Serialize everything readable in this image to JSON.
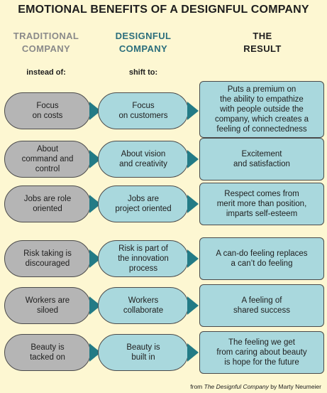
{
  "title": "EMOTIONAL BENEFITS OF A DESIGNFUL COMPANY",
  "columns": {
    "traditional": {
      "line1": "TRADITIONAL",
      "line2": "COMPANY",
      "sub": "instead of:"
    },
    "designful": {
      "line1": "DESIGNFUL",
      "line2": "COMPANY",
      "sub": "shift to:"
    },
    "result": {
      "line1": "THE",
      "line2": "RESULT"
    }
  },
  "colors": {
    "background": "#fdf7d2",
    "traditional_fill": "#b5b5b5",
    "designful_fill": "#a9d8dd",
    "result_fill": "#a9d8dd",
    "arrow": "#237b86",
    "designful_header": "#2b6e7c",
    "traditional_header": "#8a8a8a"
  },
  "rows": [
    {
      "traditional": [
        "Focus",
        "on costs"
      ],
      "designful": [
        "Focus",
        "on customers"
      ],
      "result": [
        "Puts a premium on",
        "the ability to empathize",
        "with people outside the",
        "company, which creates a",
        "feeling of connectedness"
      ]
    },
    {
      "traditional": [
        "About",
        "command and",
        "control"
      ],
      "designful": [
        "About vision",
        "and creativity"
      ],
      "result": [
        "Excitement",
        "and satisfaction"
      ]
    },
    {
      "traditional": [
        "Jobs are role",
        "oriented"
      ],
      "designful": [
        "Jobs are",
        "project oriented"
      ],
      "result": [
        "Respect comes from",
        "merit more than position,",
        "imparts self-esteem"
      ]
    },
    {
      "traditional": [
        "Risk taking is",
        "discouraged"
      ],
      "designful": [
        "Risk is part of",
        "the innovation",
        "process"
      ],
      "result": [
        "A can-do feeling replaces",
        "a can’t do feeling"
      ]
    },
    {
      "traditional": [
        "Workers are",
        "siloed"
      ],
      "designful": [
        "Workers",
        "collaborate"
      ],
      "result": [
        "A feeling of",
        "shared success"
      ]
    },
    {
      "traditional": [
        "Beauty is",
        "tacked on"
      ],
      "designful": [
        "Beauty is",
        "built in"
      ],
      "result": [
        "The feeling we get",
        "from caring about beauty",
        "is hope for the future"
      ]
    }
  ],
  "source": {
    "prefix": "from ",
    "book": "The Designful Company",
    "suffix": " by Marty Neumeier"
  }
}
